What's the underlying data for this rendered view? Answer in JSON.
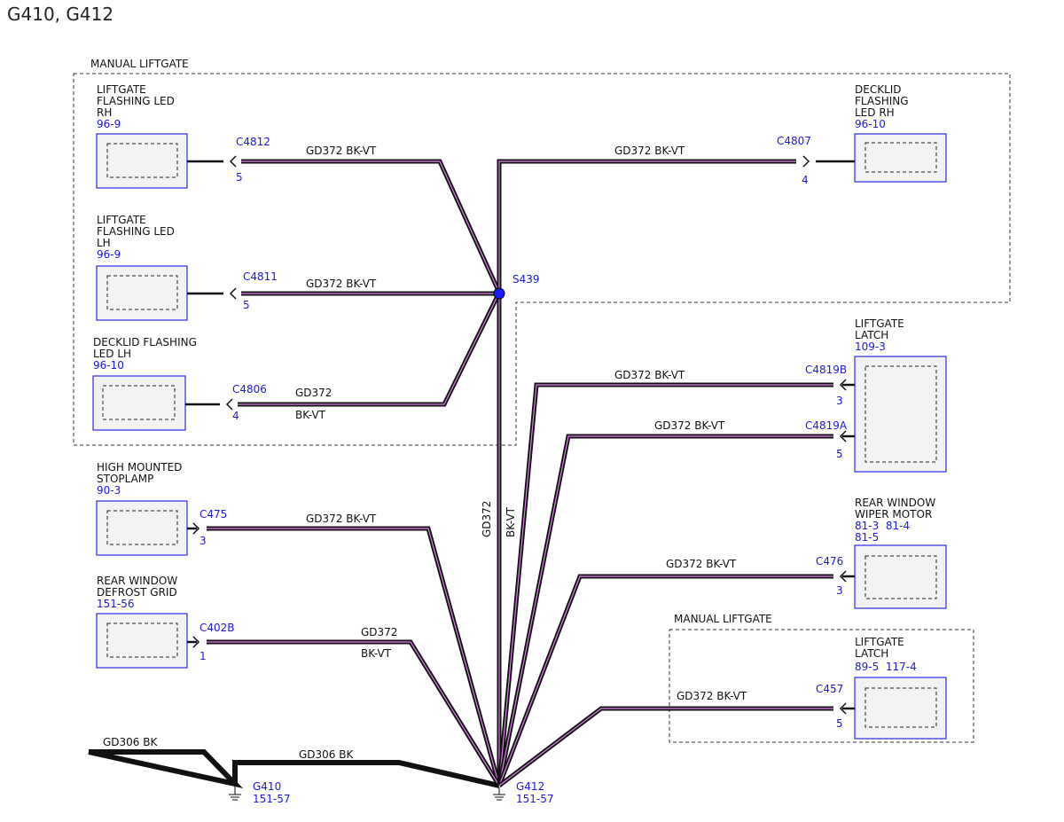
{
  "title": "G410, G412",
  "regions": [
    {
      "label": "MANUAL LIFTGATE"
    },
    {
      "label": "MANUAL LIFTGATE"
    }
  ],
  "components": [
    {
      "name_lines": [
        "LIFTGATE",
        "FLASHING LED",
        "RH"
      ],
      "ref": "96-9"
    },
    {
      "name_lines": [
        "LIFTGATE",
        "FLASHING LED",
        "LH"
      ],
      "ref": "96-9"
    },
    {
      "name_lines": [
        "DECKLID FLASHING",
        "LED LH"
      ],
      "ref": "96-10"
    },
    {
      "name_lines": [
        "HIGH MOUNTED",
        "STOPLAMP"
      ],
      "ref": "90-3"
    },
    {
      "name_lines": [
        "REAR WINDOW",
        "DEFROST GRID"
      ],
      "ref": "151-56"
    },
    {
      "name_lines": [
        "DECKLID",
        "FLASHING",
        "LED RH"
      ],
      "ref": "96-10"
    },
    {
      "name_lines": [
        "LIFTGATE",
        "LATCH"
      ],
      "ref": "109-3"
    },
    {
      "name_lines": [
        "REAR WINDOW",
        "WIPER MOTOR"
      ],
      "ref": "81-3  81-4",
      "ref2": "81-5"
    },
    {
      "name_lines": [
        "LIFTGATE",
        "LATCH"
      ],
      "ref": "89-5  117-4"
    }
  ],
  "connectors": [
    {
      "id": "C4812",
      "pin": "5"
    },
    {
      "id": "C4811",
      "pin": "5"
    },
    {
      "id": "C4806",
      "pin": "4"
    },
    {
      "id": "C475",
      "pin": "3"
    },
    {
      "id": "C402B",
      "pin": "1"
    },
    {
      "id": "C4807",
      "pin": "4"
    },
    {
      "id": "C4819B",
      "pin": "3"
    },
    {
      "id": "C4819A",
      "pin": "5"
    },
    {
      "id": "C476",
      "pin": "3"
    },
    {
      "id": "C457",
      "pin": "5"
    }
  ],
  "wire_labels": [
    "GD372   BK-VT",
    "GD372   BK-VT",
    "GD372",
    "BK-VT",
    "GD372   BK-VT",
    "GD372   BK-VT",
    "GD372  BK-VT",
    "GD372",
    "BK-VT",
    "GD372  BK-VT",
    "GD372  BK-VT",
    "GD372  BK-VT",
    "GD372",
    "BK-VT"
  ],
  "ground_wire_labels": [
    "GD306  BK",
    "GD306  BK"
  ],
  "splice": {
    "id": "S439"
  },
  "grounds": [
    {
      "id": "G410",
      "ref": "151-57"
    },
    {
      "id": "G412",
      "ref": "151-57"
    }
  ],
  "colors": {
    "wire_core": "#e27ff0",
    "connector_text": "#1a1adc",
    "splice_dot": "#1a1aff"
  }
}
